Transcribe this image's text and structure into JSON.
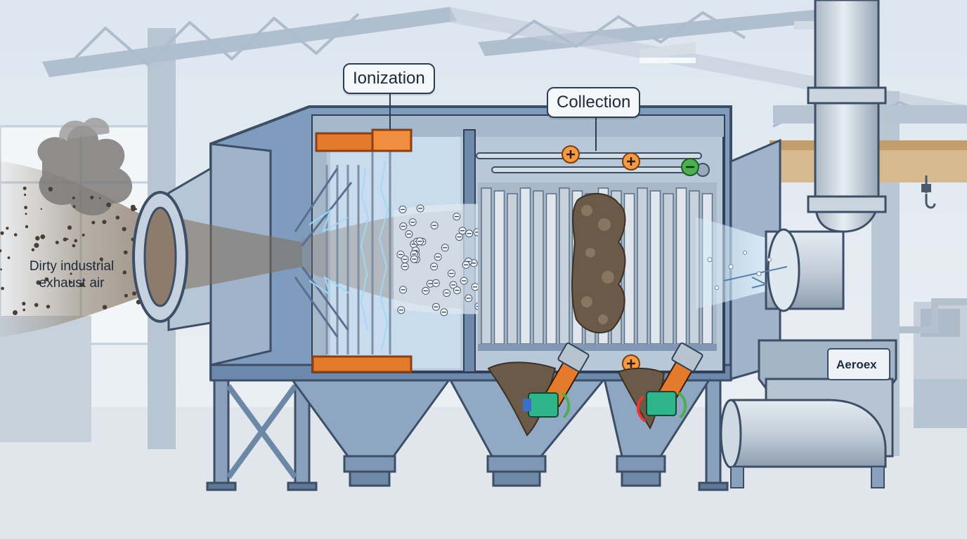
{
  "labels": {
    "ionization": "Ionization",
    "collection": "Collection",
    "inlet_line1": "Dirty industrial",
    "inlet_line2": "exhaust air"
  },
  "brand": {
    "name": "Aeroex"
  },
  "colors": {
    "steel": "#7f9bbd",
    "steel_dark": "#4b6587",
    "frame": "#3d4f66",
    "electrode_orange": "#e47a2b",
    "plate": "#c9d2dc",
    "dust": "#6b5a47",
    "airflow_blue": "#bfe3ff",
    "positive": "#f29a45",
    "negative": "#4caf50",
    "rapper_green": "#2fb58a"
  },
  "icons": [
    "plus-sign-icon",
    "minus-sign-icon",
    "hook-icon",
    "arrow-icon"
  ]
}
